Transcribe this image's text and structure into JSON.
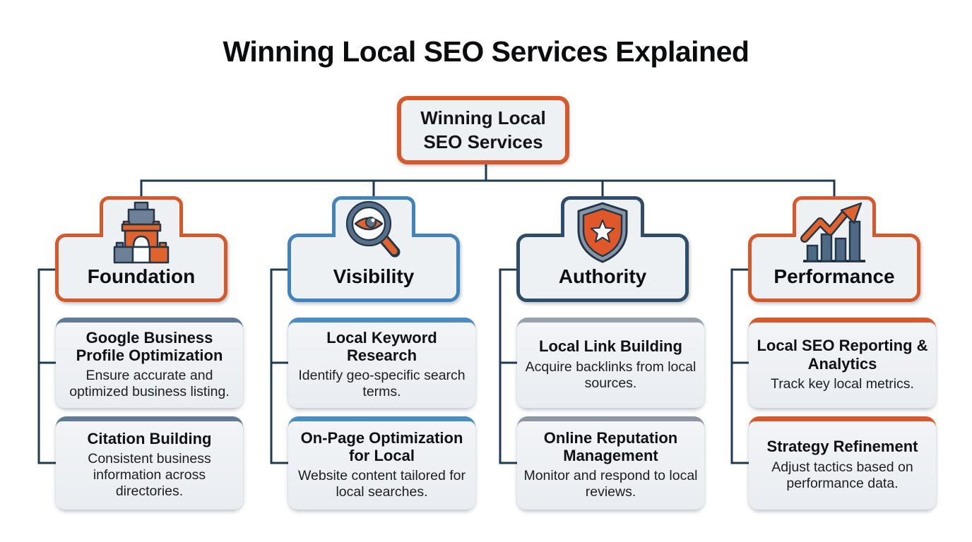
{
  "title": "Winning Local SEO Services Explained",
  "root": {
    "label_line1": "Winning Local",
    "label_line2": "SEO Services"
  },
  "branches": [
    {
      "label": "Foundation",
      "icon": "building-blocks-icon",
      "border_color": "#D6582B",
      "items": [
        {
          "title": "Google Business Profile Optimization",
          "description": "Ensure accurate and optimized business listing.",
          "accent_color": "#5E7A94"
        },
        {
          "title": "Citation Building",
          "description": "Consistent business information across directories.",
          "accent_color": "#5E7A94"
        }
      ]
    },
    {
      "label": "Visibility",
      "icon": "eye-magnifier-icon",
      "border_color": "#4184BD",
      "items": [
        {
          "title": "Local Keyword Research",
          "description": "Identify geo-specific search terms.",
          "accent_color": "#4A8CC4"
        },
        {
          "title": "On-Page Optimization for Local",
          "description": "Website content tailored for local searches.",
          "accent_color": "#4A8CC4"
        }
      ]
    },
    {
      "label": "Authority",
      "icon": "shield-star-icon",
      "border_color": "#2F4D69",
      "items": [
        {
          "title": "Local Link Building",
          "description": "Acquire backlinks from local sources.",
          "accent_color": "#97A1AB"
        },
        {
          "title": "Online Reputation Management",
          "description": "Monitor and respond to local reviews.",
          "accent_color": "#8C97A2"
        }
      ]
    },
    {
      "label": "Performance",
      "icon": "growth-chart-icon",
      "border_color": "#D6582B",
      "items": [
        {
          "title": "Local SEO Reporting & Analytics",
          "description": "Track key local metrics.",
          "accent_color": "#D6582B"
        },
        {
          "title": "Strategy Refinement",
          "description": "Adjust tactics based on performance data.",
          "accent_color": "#D6582B"
        }
      ]
    }
  ],
  "colors": {
    "connector": "#1E3A52",
    "node_fill": "#EDF1F4",
    "root_border": "#D6582B",
    "icon_orange": "#E0622D",
    "icon_slate": "#6E8095",
    "icon_navy": "#223648",
    "title_text": "#0B0C0E"
  }
}
